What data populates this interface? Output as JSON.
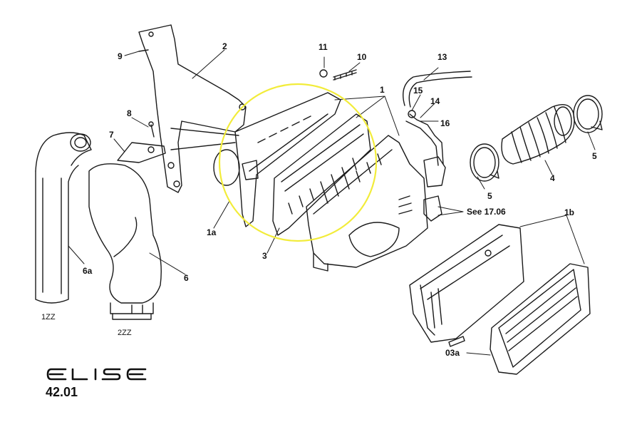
{
  "colors": {
    "line": "#1a1a1a",
    "highlight": "#f2ec3a"
  },
  "callouts": [
    {
      "id": "1",
      "text": "1"
    },
    {
      "id": "1a",
      "text": "1a"
    },
    {
      "id": "1b",
      "text": "1b"
    },
    {
      "id": "2",
      "text": "2"
    },
    {
      "id": "3",
      "text": "3"
    },
    {
      "id": "4",
      "text": "4"
    },
    {
      "id": "5a",
      "text": "5"
    },
    {
      "id": "5b",
      "text": "5"
    },
    {
      "id": "6",
      "text": "6"
    },
    {
      "id": "6a",
      "text": "6a"
    },
    {
      "id": "7",
      "text": "7"
    },
    {
      "id": "8",
      "text": "8"
    },
    {
      "id": "9",
      "text": "9"
    },
    {
      "id": "10",
      "text": "10"
    },
    {
      "id": "11",
      "text": "11"
    },
    {
      "id": "13",
      "text": "13"
    },
    {
      "id": "14",
      "text": "14"
    },
    {
      "id": "15",
      "text": "15"
    },
    {
      "id": "16",
      "text": "16"
    },
    {
      "id": "03a",
      "text": "03a"
    },
    {
      "id": "see",
      "text": "See 17.06"
    },
    {
      "id": "1zz",
      "text": "1ZZ"
    },
    {
      "id": "2zz",
      "text": "2ZZ"
    }
  ],
  "brand": {
    "logo_text": "ELISE",
    "page_number": "42.01"
  }
}
